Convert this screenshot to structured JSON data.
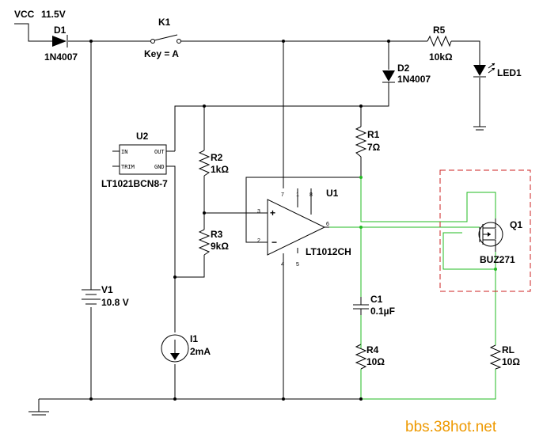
{
  "components": {
    "vcc": {
      "name": "VCC",
      "value": "11.5V"
    },
    "d1": {
      "name": "D1",
      "part": "1N4007"
    },
    "k1": {
      "name": "K1",
      "key": "Key = A"
    },
    "r5": {
      "name": "R5",
      "value": "10kΩ"
    },
    "d2": {
      "name": "D2",
      "part": "1N4007"
    },
    "led1": {
      "name": "LED1"
    },
    "u2": {
      "name": "U2",
      "part": "LT1021BCN8-7",
      "pins": {
        "in": "IN",
        "trim": "TRIM",
        "out": "OUT",
        "gnd": "GND"
      }
    },
    "r1": {
      "name": "R1",
      "value": "7Ω"
    },
    "r2": {
      "name": "R2",
      "value": "1kΩ"
    },
    "r3": {
      "name": "R3",
      "value": "9kΩ"
    },
    "u1": {
      "name": "U1",
      "part": "LT1012CH",
      "pins": {
        "p7": "7",
        "p1": "1",
        "p8": "8",
        "p3": "3",
        "p2": "2",
        "p6": "6",
        "p4": "4",
        "p5": "5"
      }
    },
    "q1": {
      "name": "Q1",
      "part": "BUZ271"
    },
    "v1": {
      "name": "V1",
      "value": "10.8 V"
    },
    "i1": {
      "name": "I1",
      "value": "2mA"
    },
    "c1": {
      "name": "C1",
      "value": "0.1µF"
    },
    "r4": {
      "name": "R4",
      "value": "10Ω"
    },
    "rl": {
      "name": "RL",
      "value": "10Ω"
    }
  },
  "watermark": "bbs.38hot.net",
  "colors": {
    "wire": "#000000",
    "highlight_wire": "#22bb22",
    "dashed_box": "#cc2222",
    "watermark": "#ee9900"
  }
}
